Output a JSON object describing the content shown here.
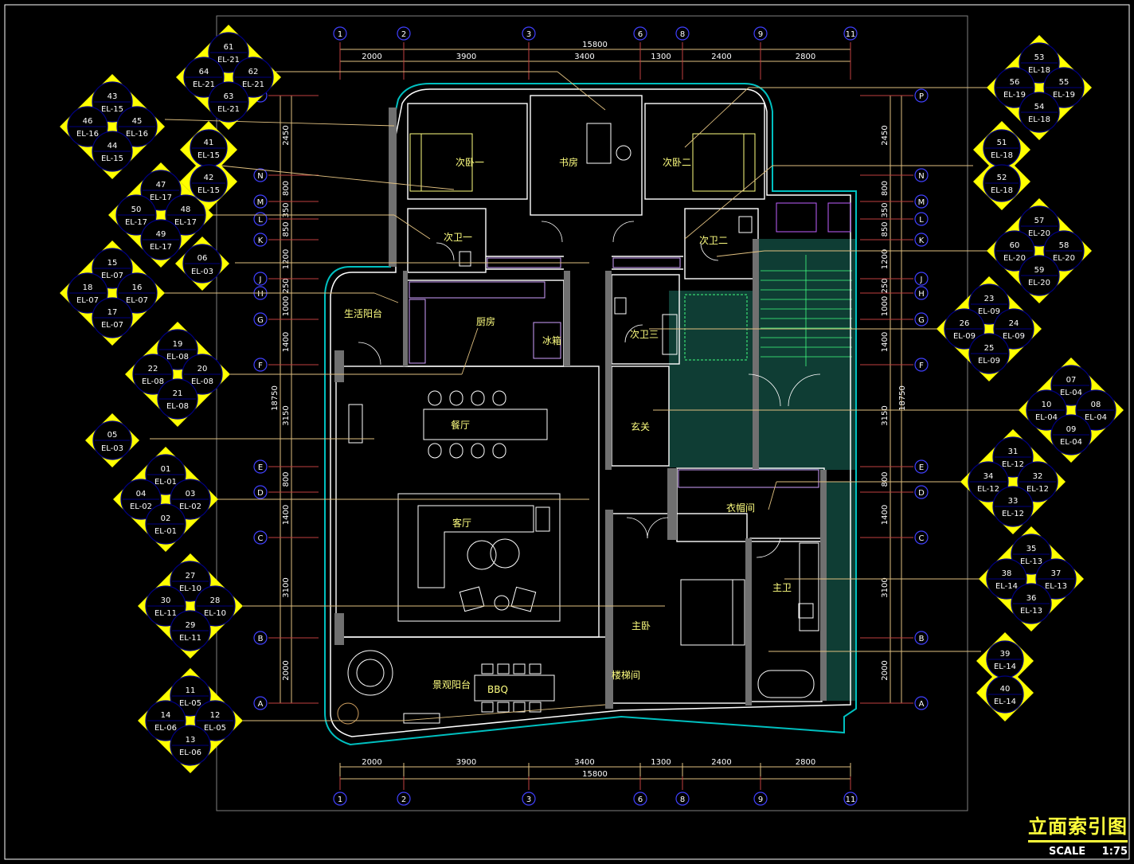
{
  "drawing": {
    "title": "立面索引图",
    "scale_label": "SCALE",
    "scale_value": "1:75"
  },
  "column_axes": [
    "1",
    "2",
    "3",
    "6",
    "8",
    "9",
    "11"
  ],
  "row_axes": [
    "P",
    "N",
    "M",
    "L",
    "K",
    "J",
    "H",
    "G",
    "F",
    "E",
    "D",
    "C",
    "B",
    "A"
  ],
  "top_dims": {
    "total": "15800",
    "segments": [
      "2000",
      "3900",
      "3400",
      "1300",
      "2400",
      "2800"
    ]
  },
  "bottom_dims": {
    "total": "15800",
    "segments": [
      "2000",
      "3900",
      "3400",
      "1300",
      "2400",
      "2800"
    ]
  },
  "side_dims": {
    "total": "18750",
    "segments": [
      "2450",
      "800",
      "350",
      "850",
      "1200",
      "250",
      "1000",
      "1400",
      "3150",
      "800",
      "1400",
      "3100",
      "2000"
    ]
  },
  "rooms": {
    "bedroom2": "次卧一",
    "study": "书房",
    "bedroom3": "次卧二",
    "bath2": "次卫一",
    "bath3": "次卫二",
    "bath4": "次卫三",
    "kitchen": "厨房",
    "fridge": "冰箱",
    "balcony": "生活阳台",
    "dining": "餐厅",
    "entry": "玄关",
    "living": "客厅",
    "wardrobe": "衣帽间",
    "master_bath": "主卫",
    "master": "主卧",
    "view_balcony": "景观阳台",
    "bbq": "BBQ",
    "stair": "楼梯间"
  },
  "index_markers": [
    {
      "t": "61",
      "l": "64",
      "r": "62",
      "b": "63",
      "tc": "EL-21",
      "lc": "EL-21",
      "rc": "EL-21",
      "bc": "EL-21"
    },
    {
      "t": "43",
      "l": "46",
      "r": "45",
      "b": "44",
      "tc": "EL-15",
      "lc": "EL-16",
      "rc": "EL-16",
      "bc": "EL-15"
    },
    {
      "t": "47",
      "l": "50",
      "r": "48",
      "b": "49",
      "tc": "EL-17",
      "lc": "EL-17",
      "rc": "EL-17",
      "bc": "EL-17"
    },
    {
      "t": "15",
      "l": "18",
      "r": "16",
      "b": "17",
      "tc": "EL-07",
      "lc": "EL-07",
      "rc": "EL-07",
      "bc": "EL-07"
    },
    {
      "t": "19",
      "l": "22",
      "r": "20",
      "b": "21",
      "tc": "EL-08",
      "lc": "EL-08",
      "rc": "EL-08",
      "bc": "EL-08"
    },
    {
      "t": "01",
      "l": "04",
      "r": "03",
      "b": "02",
      "tc": "EL-01",
      "lc": "EL-02",
      "rc": "EL-02",
      "bc": "EL-01"
    },
    {
      "t": "27",
      "l": "30",
      "r": "28",
      "b": "29",
      "tc": "EL-10",
      "lc": "EL-11",
      "rc": "EL-10",
      "bc": "EL-11"
    },
    {
      "t": "11",
      "l": "14",
      "r": "12",
      "b": "13",
      "tc": "EL-05",
      "lc": "EL-06",
      "rc": "EL-05",
      "bc": "EL-06"
    },
    {
      "t": "53",
      "l": "56",
      "r": "55",
      "b": "54",
      "tc": "EL-18",
      "lc": "EL-19",
      "rc": "EL-19",
      "bc": "EL-18"
    },
    {
      "t": "57",
      "l": "60",
      "r": "58",
      "b": "59",
      "tc": "EL-20",
      "lc": "EL-20",
      "rc": "EL-20",
      "bc": "EL-20"
    },
    {
      "t": "23",
      "l": "26",
      "r": "24",
      "b": "25",
      "tc": "EL-09",
      "lc": "EL-09",
      "rc": "EL-09",
      "bc": "EL-09"
    },
    {
      "t": "07",
      "l": "10",
      "r": "08",
      "b": "09",
      "tc": "EL-04",
      "lc": "EL-04",
      "rc": "EL-04",
      "bc": "EL-04"
    },
    {
      "t": "31",
      "l": "34",
      "r": "32",
      "b": "33",
      "tc": "EL-12",
      "lc": "EL-12",
      "rc": "EL-12",
      "bc": "EL-12"
    },
    {
      "t": "35",
      "l": "38",
      "r": "37",
      "b": "36",
      "tc": "EL-13",
      "lc": "EL-14",
      "rc": "EL-13",
      "bc": "EL-13"
    }
  ],
  "pair_markers": [
    {
      "a": "41",
      "ac": "EL-15",
      "b": "42",
      "bc": "EL-15"
    },
    {
      "a": "51",
      "ac": "EL-18",
      "b": "52",
      "bc": "EL-18"
    },
    {
      "a": "39",
      "ac": "EL-14",
      "b": "40",
      "bc": "EL-14"
    }
  ],
  "single_markers": [
    {
      "n": "06",
      "c": "EL-03"
    },
    {
      "n": "05",
      "c": "EL-03"
    }
  ],
  "colors": {
    "background": "#000000",
    "marker_fill": "#ffff00",
    "marker_inner": "#000080",
    "grid_bubble": "#4040ff",
    "wall": "#ffffff",
    "exterior_glass": "#00c0c0",
    "dimension": "#e0c080",
    "axis_line": "#c04040",
    "green_zone": "#0f3d34",
    "stair_line": "#40ff80"
  }
}
